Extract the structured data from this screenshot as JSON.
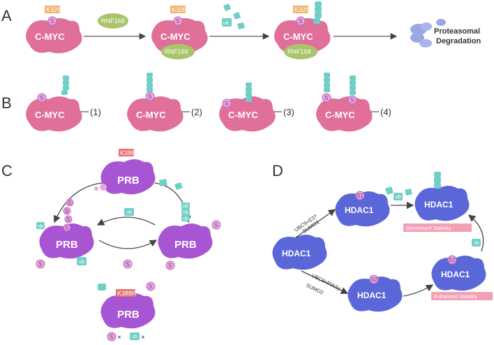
{
  "panels": {
    "a": "A",
    "b": "B",
    "c": "C",
    "d": "D"
  },
  "myc": {
    "protein": "C-MYC",
    "site": "K326",
    "ligase": "RNF168",
    "sumo": "S",
    "ub": "ub",
    "degradation_line1": "Proteasomal",
    "degradation_line2": "Degradation",
    "variants": [
      "(1)",
      "(2)",
      "(3)",
      "(4)"
    ]
  },
  "prb": {
    "protein": "PRB",
    "site": "K388",
    "mutant_site": "K388R",
    "sumo": "S",
    "ub": "ub",
    "cross": "×"
  },
  "hdac": {
    "protein": "HDAC1",
    "s1": "S1",
    "s2": "S2",
    "upper_enzyme": "UBC9+E3?",
    "upper_sumo": "SUMO1",
    "lower_enzyme": "UBC9+PIASy",
    "lower_sumo": "SUMO2",
    "decreased": "Decreased Stability",
    "enhanced": "Enhanced Stability",
    "ub": "ub"
  },
  "colors": {
    "myc_pink": "#e0709a",
    "sumo_pink": "#e7a6e0",
    "ub_teal": "#6fcfc7",
    "rnf_green": "#a9c46a",
    "site_orange": "#f2b16a",
    "prb_purple": "#a855d4",
    "hdac_blue": "#5b67d8",
    "stability_pink": "#f2a0b6"
  }
}
